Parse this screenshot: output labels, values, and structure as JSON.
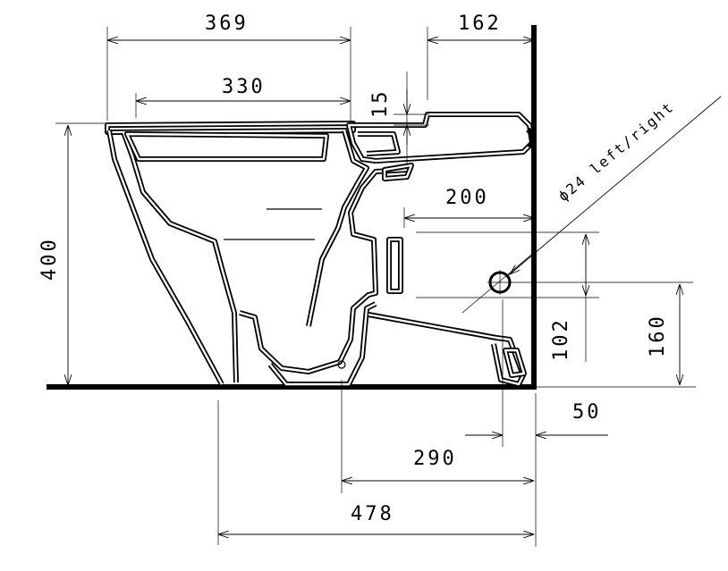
{
  "dimensions": {
    "top_width": "369",
    "rear_depth": "162",
    "seat_depth": "330",
    "step_height": "15",
    "height": "400",
    "inlet_offset": "200",
    "outlet_gap": "102",
    "outlet_height": "160",
    "wall_clearance": "50",
    "floor_outlet": "290",
    "overall_length": "478"
  },
  "inlet_note": "ϕ24 left/right",
  "colors": {
    "line": "#000000",
    "background": "#ffffff"
  }
}
